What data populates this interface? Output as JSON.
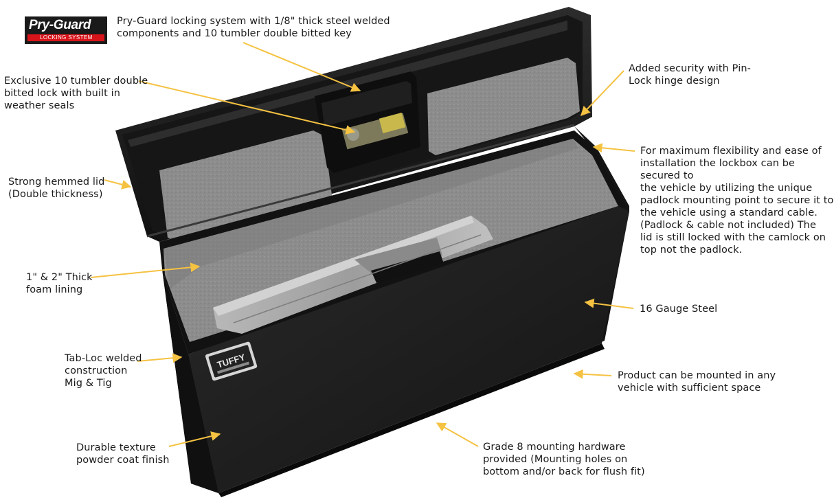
{
  "logo": {
    "title": "Pry-Guard",
    "subtitle": "LOCKING SYSTEM"
  },
  "product_badge": "TUFFY",
  "callouts": {
    "pry_guard": "Pry-Guard locking system with 1/8\" thick steel welded\ncomponents and 10 tumbler double bitted key",
    "lock": "Exclusive 10 tumbler double\nbitted lock with built in\nweather seals",
    "hinge": "Added security with Pin-\nLock hinge design",
    "padlock": "For maximum flexibility and ease of\ninstallation the lockbox can be secured to\nthe vehicle by utilizing the unique\npadlock mounting point to secure it to\nthe vehicle using a standard cable.\n(Padlock & cable not included)    The\nlid is still locked with the camlock on\ntop not the padlock.",
    "hemmed_lid": "Strong hemmed lid\n(Double thickness)",
    "foam": "1\" & 2\" Thick\nfoam lining",
    "gauge": "16 Gauge Steel",
    "tab_loc": "Tab-Loc welded\nconstruction\nMig & Tig",
    "mount": "Product can be mounted in any\nvehicle with sufficient space",
    "powder": "Durable texture\npowder coat finish",
    "hardware": "Grade 8 mounting hardware\nprovided (Mounting holes on\nbottom and/or back for flush fit)"
  },
  "colors": {
    "arrow": "#f5c242",
    "box": "#1c1c1c",
    "foam": "#8a8a8a",
    "laptop": "#a9a9a9"
  }
}
